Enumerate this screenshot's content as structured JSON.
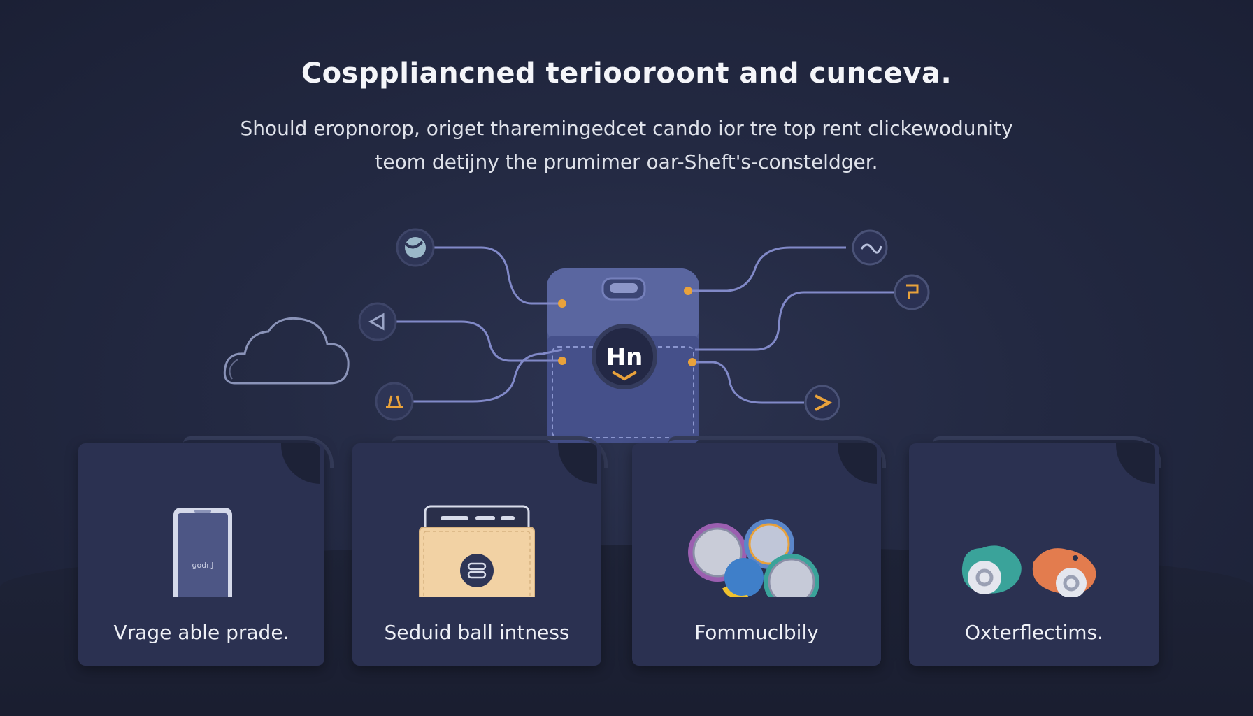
{
  "header": {
    "title": "Cosppliancned teriooroont and cunceva.",
    "subtitle_line1": "Should eropnorop, origet tharemingedcet cando ior tre top rent clickewodunity",
    "subtitle_line2": "teom detijny the prumimer oar-Sheft's-consteldger."
  },
  "hub": {
    "label": "Hn"
  },
  "cards": [
    {
      "label": "Vrage able prade.",
      "illustration": "smartphone-icon"
    },
    {
      "label": "Seduid ball intness",
      "illustration": "wallet-icon"
    },
    {
      "label": "Fommuclbily",
      "illustration": "coins-icon"
    },
    {
      "label": "Oxterflectims.",
      "illustration": "gears-icon"
    }
  ],
  "icons": {
    "left": [
      "globe-icon",
      "triangle-icon",
      "stand-icon"
    ],
    "right": [
      "link-icon",
      "bracket-icon",
      "arrow-icon"
    ],
    "decor": "cloud-icon"
  },
  "colors": {
    "background": "#232942",
    "card": "#2b3151",
    "line": "#8189c8",
    "accent": "#e9a23b",
    "wallet": "#4e5a92"
  }
}
